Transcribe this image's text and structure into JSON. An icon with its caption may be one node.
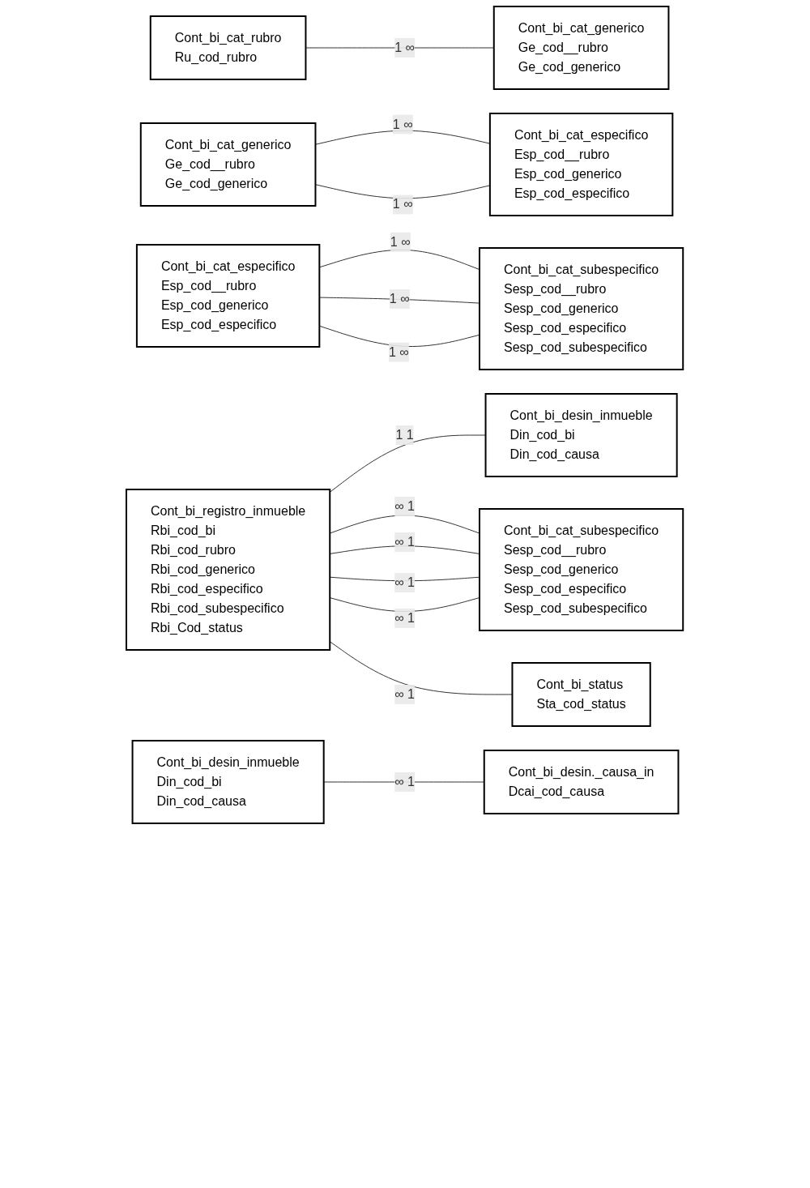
{
  "diagram": {
    "nodes": [
      {
        "text": [
          "Cont_bi_cat_rubro",
          "Ru_cod_rubro"
        ]
      },
      {
        "text": [
          "Cont_bi_cat_generico",
          "Ge_cod__rubro",
          "Ge_cod_generico"
        ]
      },
      {
        "text": [
          "Cont_bi_cat_generico",
          "Ge_cod__rubro",
          "Ge_cod_generico"
        ]
      },
      {
        "text": [
          "Cont_bi_cat_especifico",
          "Esp_cod__rubro",
          "Esp_cod_generico",
          "Esp_cod_especifico"
        ]
      },
      {
        "text": [
          "Cont_bi_cat_especifico",
          "Esp_cod__rubro",
          "Esp_cod_generico",
          "Esp_cod_especifico"
        ]
      },
      {
        "text": [
          "Cont_bi_cat_subespecifico",
          "Sesp_cod__rubro",
          "Sesp_cod_generico",
          "Sesp_cod_especifico",
          "Sesp_cod_subespecifico"
        ]
      },
      {
        "text": [
          "Cont_bi_registro_inmueble",
          "Rbi_cod_bi",
          "Rbi_cod_rubro",
          "Rbi_cod_generico",
          "Rbi_cod_especifico",
          "Rbi_cod_subespecifico",
          "Rbi_Cod_status"
        ]
      },
      {
        "text": [
          "Cont_bi_desin_inmueble",
          "Din_cod_bi",
          "Din_cod_causa"
        ]
      },
      {
        "text": [
          "Cont_bi_cat_subespecifico",
          "Sesp_cod__rubro",
          "Sesp_cod_generico",
          "Sesp_cod_especifico",
          "Sesp_cod_subespecifico"
        ]
      },
      {
        "text": [
          "Cont_bi_status",
          "Sta_cod_status"
        ]
      },
      {
        "text": [
          "Cont_bi_desin_inmueble",
          "Din_cod_bi",
          "Din_cod_causa"
        ]
      },
      {
        "text": [
          "Cont_bi_desin._causa_in",
          "Dcai_cod_causa"
        ]
      }
    ],
    "edges": [
      {
        "from": 0,
        "to": 1,
        "arrow": "none",
        "label": "1 ∞"
      },
      {
        "from": 2,
        "to": 3,
        "arrow": "none",
        "label": "1 ∞"
      },
      {
        "from": 2,
        "to": 3,
        "arrow": "none",
        "label": "1 ∞"
      },
      {
        "from": 4,
        "to": 5,
        "arrow": "none",
        "label": "1 ∞"
      },
      {
        "from": 4,
        "to": 5,
        "arrow": "none",
        "label": "1 ∞"
      },
      {
        "from": 4,
        "to": 5,
        "arrow": "none",
        "label": "1 ∞"
      },
      {
        "from": 6,
        "to": 7,
        "arrow": "none",
        "label": "1 1"
      },
      {
        "from": 6,
        "to": 8,
        "arrow": "none",
        "label": "∞ 1"
      },
      {
        "from": 6,
        "to": 8,
        "arrow": "none",
        "label": "∞ 1"
      },
      {
        "from": 6,
        "to": 8,
        "arrow": "none",
        "label": "∞ 1"
      },
      {
        "from": 6,
        "to": 8,
        "arrow": "none",
        "label": "∞ 1"
      },
      {
        "from": 6,
        "to": 9,
        "arrow": "none",
        "label": "∞ 1"
      },
      {
        "from": 10,
        "to": 11,
        "arrow": "none",
        "label": "∞ 1"
      }
    ]
  }
}
